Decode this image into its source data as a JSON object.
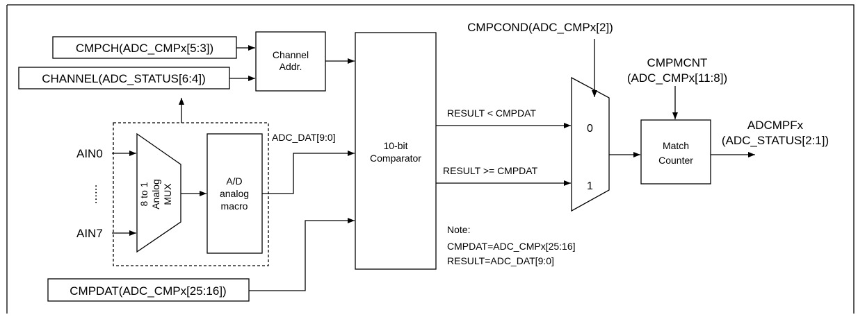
{
  "colors": {
    "stroke": "#000000",
    "background": "#ffffff"
  },
  "inputs": {
    "cmpch": "CMPCH(ADC_CMPx[5:3])",
    "channel": "CHANNEL(ADC_STATUS[6:4])",
    "cmpdat": "CMPDAT(ADC_CMPx[25:16])",
    "ain0": "AIN0",
    "ain7": "AIN7",
    "ellipsis": "......"
  },
  "blocks": {
    "channel_addr": [
      "Channel",
      "Addr."
    ],
    "mux": [
      "8 to 1",
      "Analog",
      "MUX"
    ],
    "adc_macro": [
      "A/D",
      "analog",
      "macro"
    ],
    "comparator": [
      "10-bit",
      "Comparator"
    ],
    "match_counter": [
      "Match",
      "Counter"
    ]
  },
  "signals": {
    "adc_dat": "ADC_DAT[9:0]",
    "cmpcond": "CMPCOND(ADC_CMPx[2])",
    "result_lt": "RESULT < CMPDAT",
    "result_ge": "RESULT >= CMPDAT",
    "mux_in_0": "0",
    "mux_in_1": "1",
    "cmpmcnt": [
      "CMPMCNT",
      "(ADC_CMPx[11:8])"
    ],
    "adcmpf": [
      "ADCMPFx",
      "(ADC_STATUS[2:1])"
    ]
  },
  "note": {
    "title": "Note:",
    "line1": "CMPDAT=ADC_CMPx[25:16]",
    "line2": "RESULT=ADC_DAT[9:0]"
  }
}
